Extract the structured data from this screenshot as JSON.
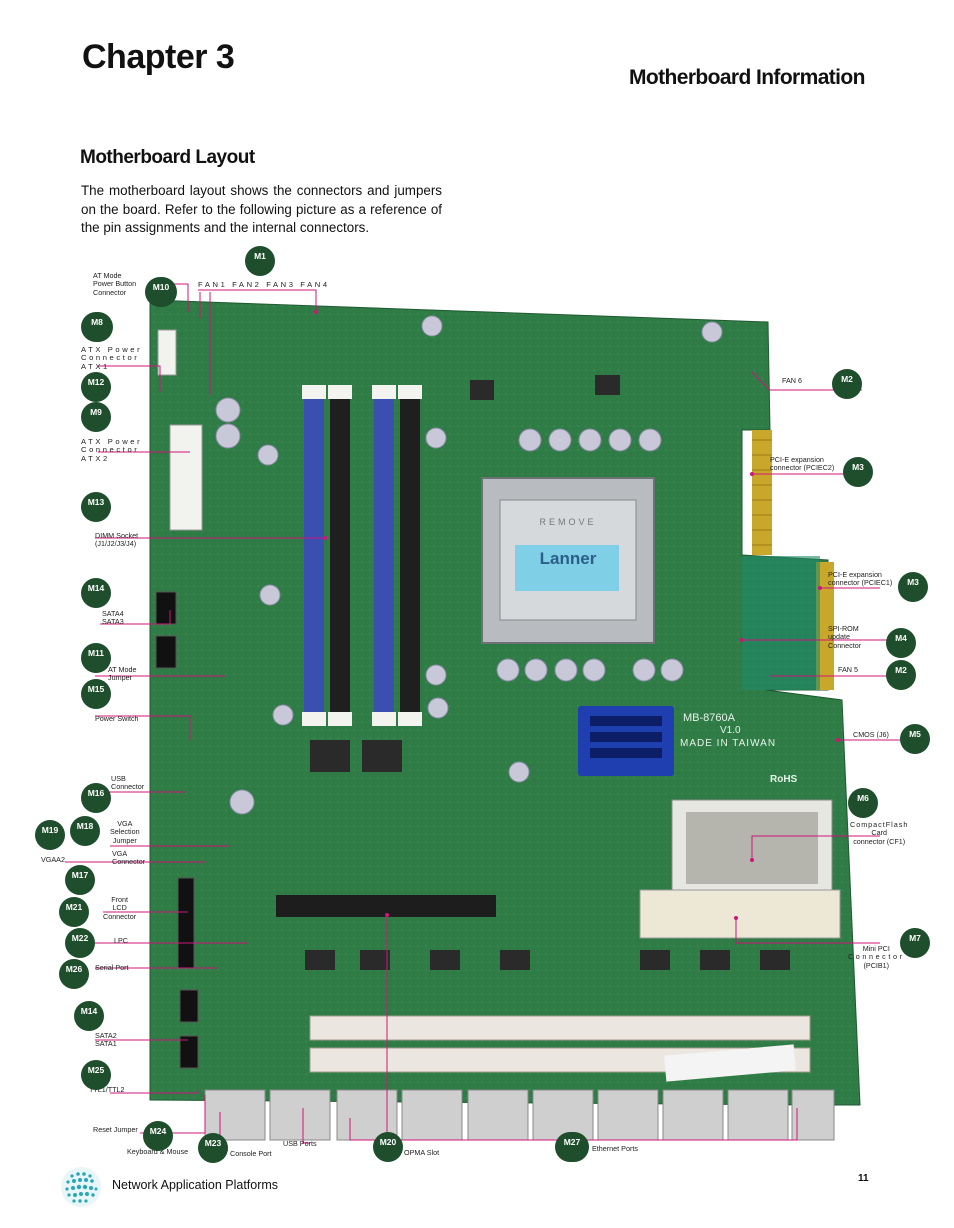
{
  "chapter": "Chapter 3",
  "section_title": "Motherboard Information",
  "layout_title": "Motherboard Layout",
  "intro": "The motherboard layout shows the connectors and jumpers on the board. Refer to the following picture as a reference of the pin assignments and the internal connectors.",
  "board_silk": {
    "remove": "REMOVE",
    "brand": "Lanner",
    "model": "MB-8760A",
    "version": "V1.0",
    "made_in": "MADE IN TAIWAN",
    "rohs": "RoHS"
  },
  "labels": {
    "at_mode_power": [
      "AT Mode",
      "Power Button",
      "Connector"
    ],
    "fans": "FAN1 FAN2 FAN3 FAN4",
    "atx1": [
      "ATX Power",
      "Connector",
      "ATX1"
    ],
    "atx2": [
      "ATX Power",
      "Connector",
      "ATX2"
    ],
    "dimm": [
      "DIMM Socket",
      "(J1/J2/J3/J4)"
    ],
    "sata34": [
      "SATA4",
      "SATA3"
    ],
    "at_mode_jumper": [
      "AT Mode",
      "Jumper"
    ],
    "power_switch": "Power Switch",
    "usb_connector": [
      "USB",
      "Connector"
    ],
    "vga_jumper": [
      "VGA",
      "Selection",
      "Jumper"
    ],
    "vga_connector": [
      "VGA",
      "Connector"
    ],
    "vgaa2": "VGAA2",
    "front_lcd": [
      "Front",
      "LCD",
      "Connector"
    ],
    "lpc": "LPC",
    "serial_port": "Serial Port",
    "sata12": [
      "SATA2",
      "SATA1"
    ],
    "ttl": "TTL1/TTL2",
    "reset_jumper": "Reset Jumper",
    "keyboard_mouse": "Keyboard & Mouse",
    "console_port": "Console Port",
    "usb_ports": "USB Ports",
    "opma_slot": "OPMA Slot",
    "ethernet_ports": "Ethernet Ports",
    "fan6": "FAN 6",
    "pciec2": [
      "PCI-E expansion",
      "connector (PCIEC2)"
    ],
    "pciec1": [
      "PCI-E expansion",
      "connector (PCIEC1)"
    ],
    "spi_rom": [
      "SPI-ROM",
      "update",
      "Connector"
    ],
    "fan5": "FAN 5",
    "cmos": "CMOS (J6)",
    "cf": [
      "CompactFlash",
      "Card",
      "connector (CF1)"
    ],
    "mini_pci": [
      "Mini PCI",
      "Connector",
      "(PCIB1)"
    ]
  },
  "badges": {
    "m1": "M1",
    "m2": "M2",
    "m3": "M3",
    "m4": "M4",
    "m5": "M5",
    "m6": "M6",
    "m7": "M7",
    "m8": "M8",
    "m9": "M9",
    "m10": "M10",
    "m11": "M11",
    "m12": "M12",
    "m13": "M13",
    "m14": "M14",
    "m15": "M15",
    "m16": "M16",
    "m17": "M17",
    "m18": "M18",
    "m19": "M19",
    "m20": "M20",
    "m21": "M21",
    "m22": "M22",
    "m23": "M23",
    "m24": "M24",
    "m25": "M25",
    "m26": "M26",
    "m27": "M27"
  },
  "footer": {
    "text": "Network Application Platforms",
    "page": "11"
  },
  "colors": {
    "board": "#2f7c46",
    "badge": "#1e4e2c",
    "leader": "#d0157a",
    "dimm_blue": "#3a4fb0"
  }
}
